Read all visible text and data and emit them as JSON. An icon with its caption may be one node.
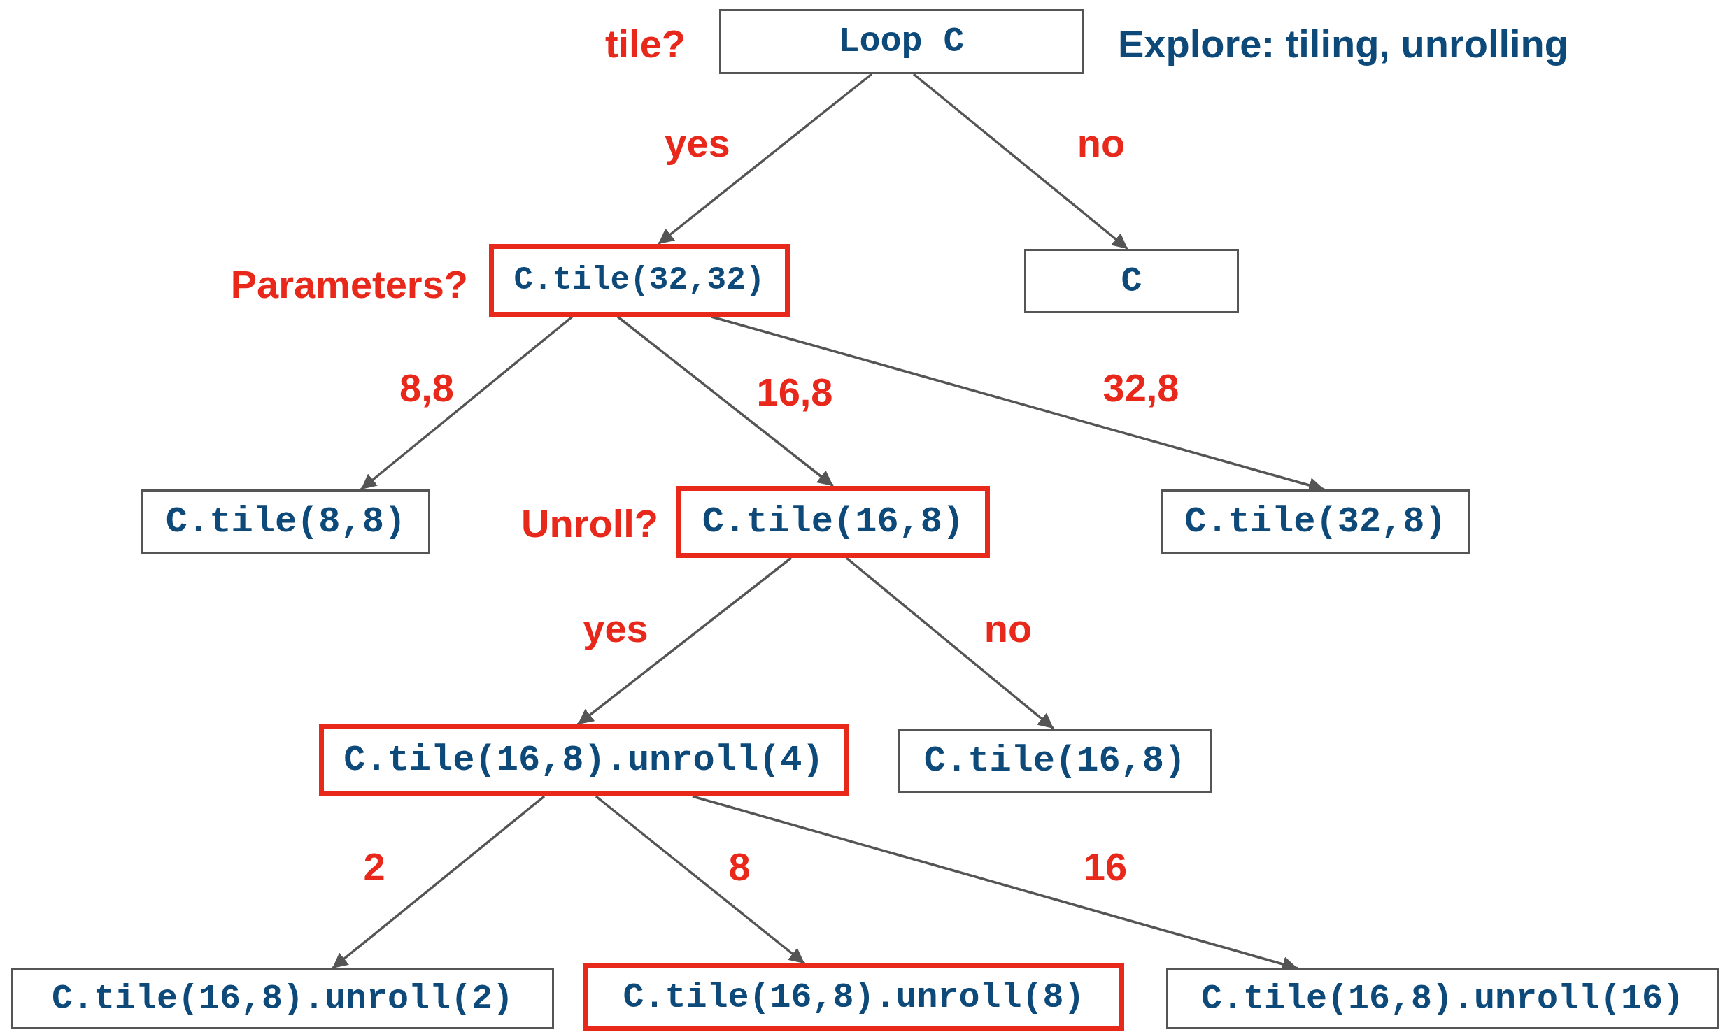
{
  "diagram": {
    "nodes": [
      {
        "text": [
          "Loop C"
        ],
        "beside": [
          "tile?"
        ]
      },
      {
        "text": [
          "C.tile(32,32)"
        ],
        "beside": [
          "Parameters?"
        ]
      },
      {
        "text": [
          "C"
        ]
      },
      {
        "text": [
          "C.tile(8,8)"
        ]
      },
      {
        "text": [
          "C.tile(16,8)"
        ],
        "beside": [
          "Unroll?"
        ]
      },
      {
        "text": [
          "C.tile(32,8)"
        ]
      },
      {
        "text": [
          "C.tile(16,8).unroll(4)"
        ]
      },
      {
        "text": [
          "C.tile(16,8)"
        ]
      },
      {
        "text": [
          "C.tile(16,8).unroll(2)"
        ]
      },
      {
        "text": [
          "C.tile(16,8).unroll(8)"
        ]
      },
      {
        "text": [
          "C.tile(16,8).unroll(16)"
        ]
      }
    ],
    "edges": [
      {
        "from": 0,
        "to": 1,
        "arrow": "to",
        "label": "yes"
      },
      {
        "from": 0,
        "to": 2,
        "arrow": "to",
        "label": "no"
      },
      {
        "from": 1,
        "to": 3,
        "arrow": "to",
        "label": "8,8"
      },
      {
        "from": 1,
        "to": 4,
        "arrow": "to",
        "label": "16,8"
      },
      {
        "from": 1,
        "to": 5,
        "arrow": "to",
        "label": "32,8"
      },
      {
        "from": 4,
        "to": 6,
        "arrow": "to",
        "label": "yes"
      },
      {
        "from": 4,
        "to": 7,
        "arrow": "to",
        "label": "no"
      },
      {
        "from": 6,
        "to": 8,
        "arrow": "to",
        "label": "2"
      },
      {
        "from": 6,
        "to": 9,
        "arrow": "to",
        "label": "8"
      },
      {
        "from": 6,
        "to": 10,
        "arrow": "to",
        "label": "16"
      }
    ],
    "labels": [
      "Explore: tiling, unrolling"
    ]
  }
}
